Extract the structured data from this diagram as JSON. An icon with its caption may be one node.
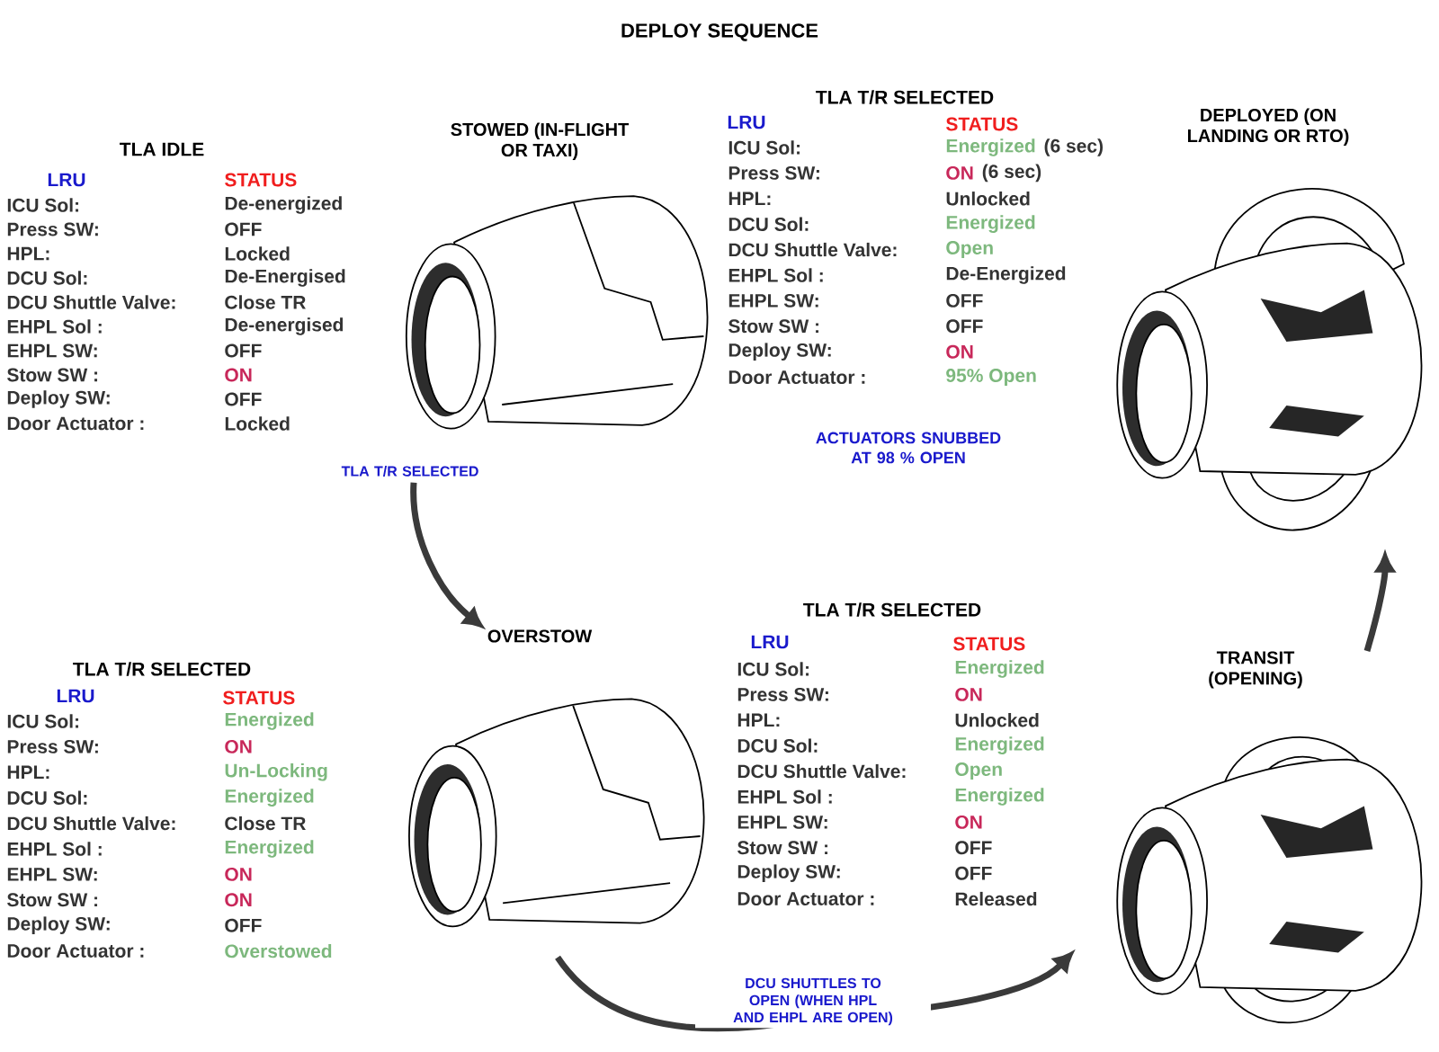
{
  "diagram": {
    "title": "DEPLOY SEQUENCE",
    "nodes": [
      {
        "text": [
          "STOWED (IN-FLIGHT OR TAXI)"
        ]
      },
      {
        "text": [
          "OVERSTOW"
        ]
      },
      {
        "text": [
          "TRANSIT (OPENING)"
        ]
      },
      {
        "text": [
          "DEPLOYED (ON LANDING OR RTO)"
        ]
      }
    ],
    "edges": [
      {
        "from": 0,
        "to": 1,
        "arrow": "to",
        "label": "TLA T/R SELECTED"
      },
      {
        "from": 1,
        "to": 2,
        "arrow": "to",
        "label": "DCU SHUTTLES TO OPEN (WHEN HPL AND EHPL ARE OPEN)"
      },
      {
        "from": 2,
        "to": 3,
        "arrow": "to"
      }
    ],
    "labels": [
      "TLA IDLE",
      "LRU",
      "STATUS",
      "ICU Sol:",
      "De-energized",
      "Press SW:",
      "OFF",
      "HPL:",
      "Locked",
      "DCU Sol:",
      "De-Energised",
      "DCU Shuttle Valve:",
      "Close TR",
      "EHPL Sol :",
      "De-energised",
      "EHPL SW:",
      "OFF",
      "Stow SW :",
      "ON",
      "Deploy SW:",
      "OFF",
      "Door Actuator :",
      "Locked",
      "TLA T/R SELECTED",
      "LRU",
      "STATUS",
      "ICU Sol:",
      "Energized",
      "(6 sec)",
      "Press SW:",
      "ON",
      "(6 sec)",
      "HPL:",
      "Unlocked",
      "DCU Sol:",
      "Energized",
      "DCU Shuttle Valve:",
      "Open",
      "EHPL Sol :",
      "De-Energized",
      "EHPL SW:",
      "OFF",
      "Stow SW :",
      "OFF",
      "Deploy SW:",
      "ON",
      "Door Actuator :",
      "95% Open",
      "ACTUATORS SNUBBED AT 98 % OPEN",
      "TLA T/R SELECTED",
      "LRU",
      "STATUS",
      "ICU Sol:",
      "Energized",
      "Press SW:",
      "ON",
      "HPL:",
      "Un-Locking",
      "DCU Sol:",
      "Energized",
      "DCU Shuttle Valve:",
      "Close TR",
      "EHPL Sol :",
      "Energized",
      "EHPL SW:",
      "ON",
      "Stow SW :",
      "ON",
      "Deploy SW:",
      "OFF",
      "Door Actuator :",
      "Overstowed",
      "TLA T/R SELECTED",
      "LRU",
      "STATUS",
      "ICU Sol:",
      "Energized",
      "Press SW:",
      "ON",
      "HPL:",
      "Unlocked",
      "DCU Sol:",
      "Energized",
      "DCU Shuttle Valve:",
      "Open",
      "EHPL Sol :",
      "Energized",
      "EHPL SW:",
      "ON",
      "Stow SW :",
      "OFF",
      "Deploy SW:",
      "OFF",
      "Door Actuator :",
      "Released"
    ]
  }
}
